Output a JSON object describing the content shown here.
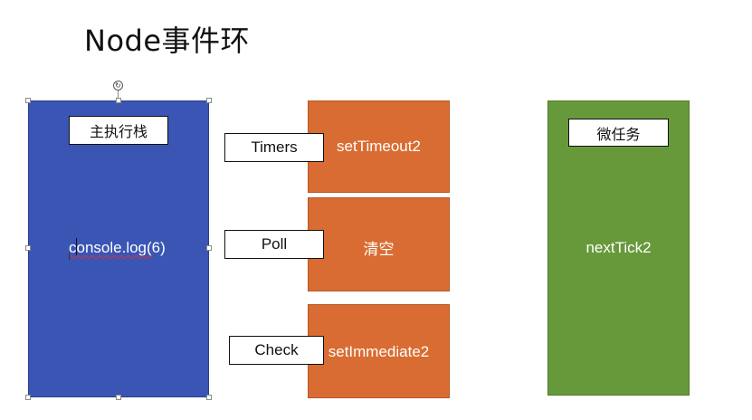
{
  "title": "Node事件环",
  "main_stack": {
    "label": "主执行栈",
    "content": "console.log(6)"
  },
  "phases": [
    {
      "label": "Timers",
      "content": "setTimeout2"
    },
    {
      "label": "Poll",
      "content": "清空"
    },
    {
      "label": "Check",
      "content": "setImmediate2"
    }
  ],
  "microtask": {
    "label": "微任务",
    "content": "nextTick2"
  },
  "colors": {
    "stack": "#3a55b4",
    "phase": "#d96c32",
    "microtask": "#67993b"
  }
}
